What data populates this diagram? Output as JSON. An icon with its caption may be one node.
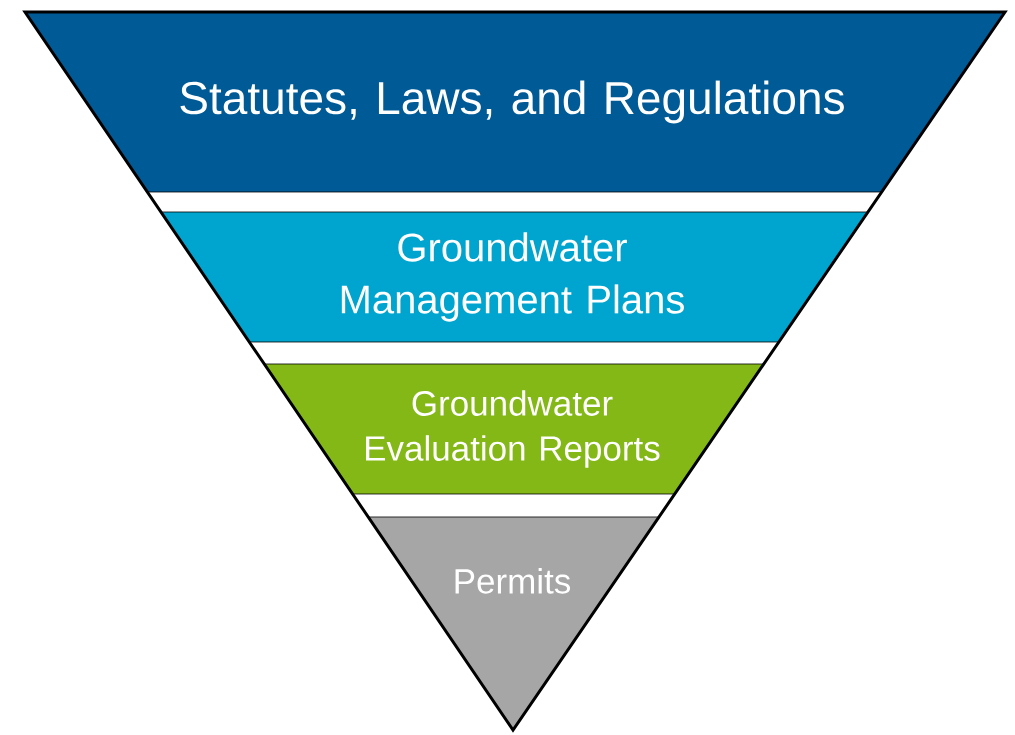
{
  "diagram": {
    "nodes": [
      {
        "text": [
          "Statutes, Laws, and Regulations"
        ]
      },
      {
        "text": [
          "Groundwater Management Plans"
        ]
      },
      {
        "text": [
          "Groundwater Evaluation Reports"
        ]
      },
      {
        "text": [
          "Permits"
        ]
      }
    ]
  }
}
